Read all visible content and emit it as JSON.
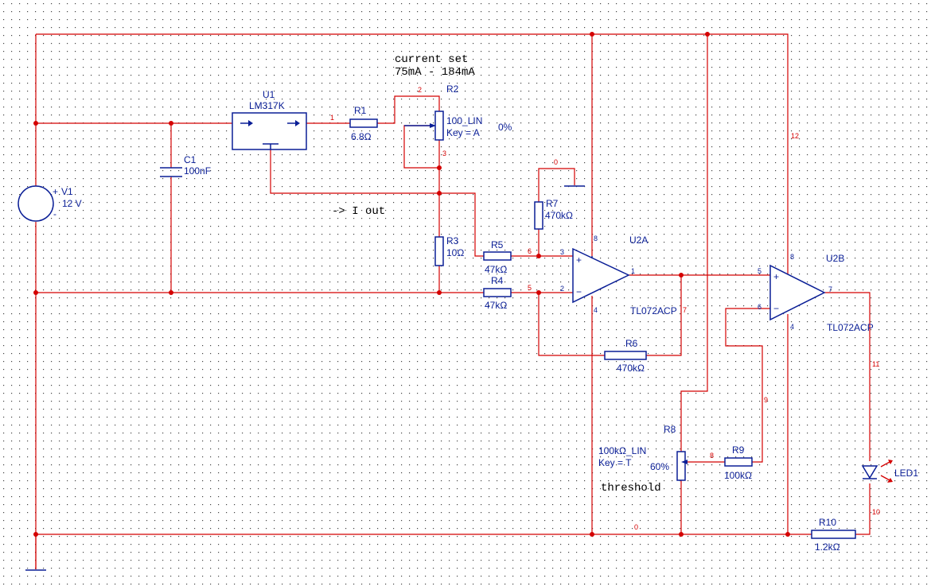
{
  "notes": {
    "current_set": "current set",
    "current_range": "75mA - 184mA",
    "i_out": "-> I out",
    "threshold": "threshold"
  },
  "components": {
    "v1": {
      "name": "V1",
      "value": "12 V",
      "plus": "+",
      "minus": "-"
    },
    "c1": {
      "name": "C1",
      "value": "100nF"
    },
    "u1": {
      "name": "U1",
      "part": "LM317K"
    },
    "r1": {
      "name": "R1",
      "value": "6.8Ω"
    },
    "r2": {
      "name": "R2",
      "value": "100_LIN",
      "key": "Key = A",
      "pct": "0%"
    },
    "r3": {
      "name": "R3",
      "value": "10Ω"
    },
    "r4": {
      "name": "R4",
      "value": "47kΩ"
    },
    "r5": {
      "name": "R5",
      "value": "47kΩ"
    },
    "r6": {
      "name": "R6",
      "value": "470kΩ"
    },
    "r7": {
      "name": "R7",
      "value": "470kΩ"
    },
    "r8": {
      "name": "R8",
      "value": "100kΩ_LIN",
      "key": "Key = T",
      "pct": "60%"
    },
    "r9": {
      "name": "R9",
      "value": "100kΩ"
    },
    "r10": {
      "name": "R10",
      "value": "1.2kΩ"
    },
    "u2a": {
      "name": "U2A",
      "part": "TL072ACP"
    },
    "u2b": {
      "name": "U2B",
      "part": "TL072ACP"
    },
    "led1": {
      "name": "LED1"
    }
  },
  "nets": {
    "n0a": "0",
    "n0b": "0",
    "n1": "1",
    "n2": "2",
    "n3": "3",
    "n5": "5",
    "n6": "6",
    "n7": "7",
    "n8": "8",
    "n9": "9",
    "n10": "10",
    "n11": "11",
    "n12": "12"
  },
  "pins": {
    "u2a_p3": "3",
    "u2a_p2": "2",
    "u2a_p1": "1",
    "u2a_p8": "8",
    "u2a_p4": "4",
    "u2a_plus": "+",
    "u2a_minus": "−",
    "u2b_p5": "5",
    "u2b_p6": "6",
    "u2b_p7": "7",
    "u2b_p8": "8",
    "u2b_p4": "4",
    "u2b_plus": "+",
    "u2b_minus": "−"
  }
}
